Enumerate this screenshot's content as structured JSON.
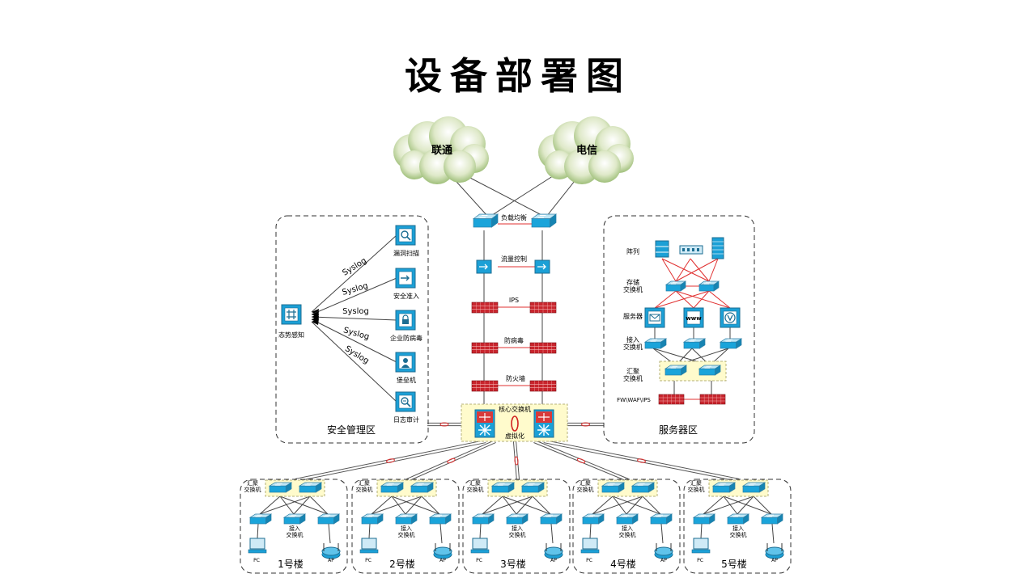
{
  "title": "设备部署图",
  "clouds": {
    "unicom": "联通",
    "telecom": "电信"
  },
  "core": {
    "load_balance": "负载均衡",
    "flow_control": "流量控制",
    "ips": "IPS",
    "antivirus": "防病毒",
    "firewall": "防火墙",
    "core_switch": "核心交换机",
    "virtualization": "虚拟化"
  },
  "security_zone": {
    "label": "安全管理区",
    "situation": "态势感知",
    "syslog": "Syslog",
    "devices": [
      "漏洞扫描",
      "安全准入",
      "企业防病毒",
      "堡垒机",
      "日志审计"
    ]
  },
  "server_zone": {
    "label": "服务器区",
    "array": "阵列",
    "storage_switch": "存储\n交换机",
    "server": "服务器",
    "access_switch": "接入\n交换机",
    "agg_switch": "汇聚\n交换机",
    "fw_waf_ips": "FW\\WAF\\IPS"
  },
  "buildings": {
    "agg": "汇聚\n交换机",
    "access": "接入\n交换机",
    "pc": "PC",
    "ap": "AP",
    "names": [
      "1号楼",
      "2号楼",
      "3号楼",
      "4号楼",
      "5号楼"
    ]
  },
  "colors": {
    "switch": "#1aa4da",
    "firewall": "#c8252d",
    "link_red": "#e03030",
    "hsrp": "#fffbcc"
  }
}
